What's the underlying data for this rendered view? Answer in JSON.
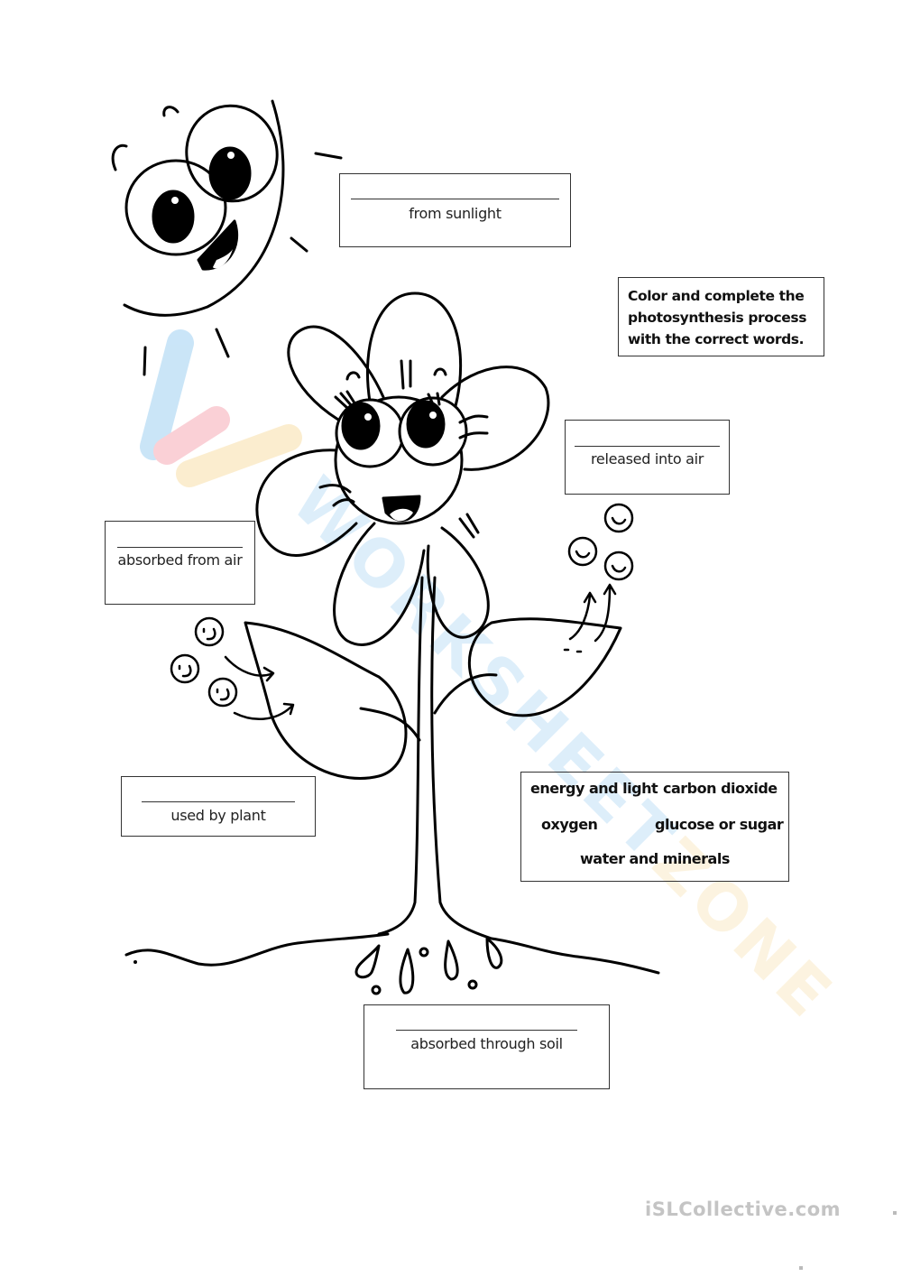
{
  "worksheet": {
    "instructions": "Color and complete the photosynthesis process with the correct words.",
    "label_boxes": [
      {
        "id": "sunlight",
        "hint": "from sunlight",
        "answer": ""
      },
      {
        "id": "released",
        "hint": "released into air",
        "answer": ""
      },
      {
        "id": "absorbed-air",
        "hint": "absorbed from air",
        "answer": ""
      },
      {
        "id": "used",
        "hint": "used by plant",
        "answer": ""
      },
      {
        "id": "soil",
        "hint": "absorbed through soil",
        "answer": ""
      }
    ],
    "word_bank": [
      "energy and light",
      "carbon dioxide",
      "oxygen",
      "glucose or sugar",
      "water and minerals"
    ]
  },
  "illustration": {
    "sun": "smiling-sun",
    "flower": "smiling-flower",
    "molecules_in": 3,
    "molecules_out": 3,
    "water_drops": 4
  },
  "watermark": {
    "text": "WORKSHEETZONE",
    "colors": [
      "#9fd0f2",
      "#f7aab6",
      "#f8dfa8"
    ]
  },
  "footer": {
    "brand": "iSLCollective.com"
  }
}
